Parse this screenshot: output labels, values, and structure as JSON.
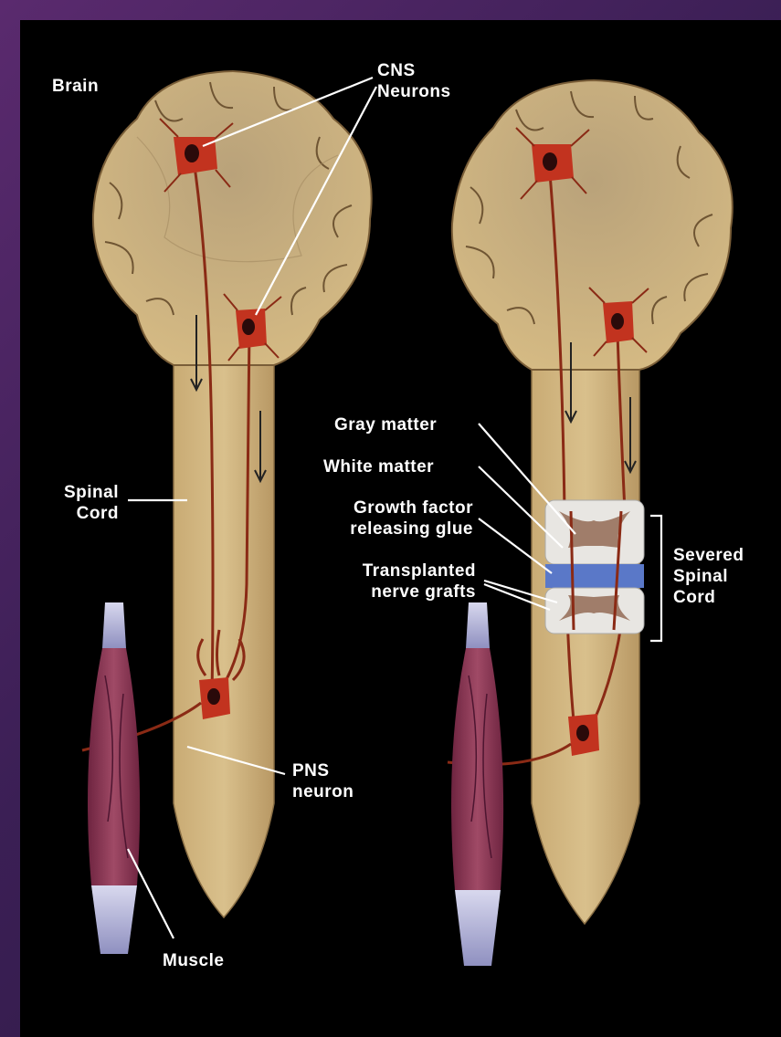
{
  "labels": {
    "brain": "Brain",
    "cns_neurons": "CNS\nNeurons",
    "spinal_cord": "Spinal\nCord",
    "pns_neuron": "PNS\nneuron",
    "muscle": "Muscle",
    "gray_matter": "Gray matter",
    "white_matter": "White matter",
    "growth_factor": "Growth factor\nreleasing glue",
    "transplanted": "Transplanted\nnerve grafts",
    "severed": "Severed\nSpinal\nCord"
  },
  "colors": {
    "tissue": "#d1b47c",
    "tissue_dark": "#a8875a",
    "neuron": "#c2331f",
    "axon": "#8a2a15",
    "muscle": "#8a3550",
    "tendon": "#b8b9dc",
    "glue": "#5a78c8"
  }
}
